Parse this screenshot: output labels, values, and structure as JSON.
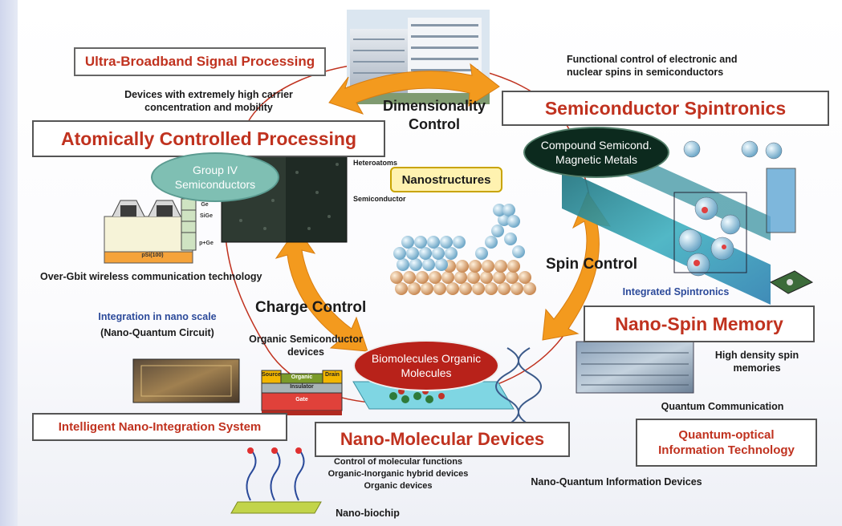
{
  "titles": {
    "ultra_broadband": "Ultra-Broadband Signal Processing",
    "atomically_controlled": "Atomically Controlled Processing",
    "semiconductor_spintronics": "Semiconductor Spintronics",
    "nano_spin_memory": "Nano-Spin Memory",
    "intelligent_nano": "Intelligent Nano-Integration System",
    "nano_molecular": "Nano-Molecular Devices",
    "quantum_optical": "Quantum-optical Information Technology"
  },
  "controls": {
    "dimensionality": "Dimensionality Control",
    "spin": "Spin Control",
    "charge": "Charge Control"
  },
  "ellipses": {
    "group_iv": "Group IV Semiconductors",
    "compound": "Compound Semicond. Magnetic Metals",
    "biomolecules": "Biomolecules Organic Molecules"
  },
  "center_label": "Nanostructures",
  "texts": {
    "high_carrier": "Devices with extremely high carrier concentration and mobility",
    "functional_control": "Functional control of electronic and nuclear spins in semiconductors",
    "heteroatoms": "Heteroatoms",
    "semiconductor": "Semiconductor",
    "over_gbit": "Over-Gbit wireless communication technology",
    "integration_nano": "Integration in nano scale",
    "nano_quantum_circuit": "(Nano-Quantum Circuit)",
    "organic_semi": "Organic Semiconductor devices",
    "integrated_spintronics": "Integrated Spintronics",
    "high_density": "High density spin memories",
    "quantum_comm": "Quantum Communication",
    "control_molecular": "Control of molecular functions",
    "organic_inorganic": "Organic-Inorganic hybrid devices",
    "organic_devices": "Organic devices",
    "nano_quantum_info": "Nano-Quantum Information Devices",
    "nano_biochip": "Nano-biochip"
  },
  "device_labels": {
    "source": "Source",
    "drain": "Drain",
    "organic": "Organic",
    "insulator": "Insulator",
    "gate": "Gate",
    "p_si": "pSi(100)",
    "ge1": "Ge",
    "sige": "SiGe",
    "p_ge": "p+Ge"
  },
  "colors": {
    "title_red": "#c0321f",
    "arrow_orange": "#f39a1e",
    "ellipse_teal": "#7fbfb3",
    "ellipse_dark": "#0c2a1e",
    "ellipse_red": "#b8221a",
    "nanostructure_bg": "#fff2b0",
    "interactive_blue": "#3a4f8f"
  }
}
